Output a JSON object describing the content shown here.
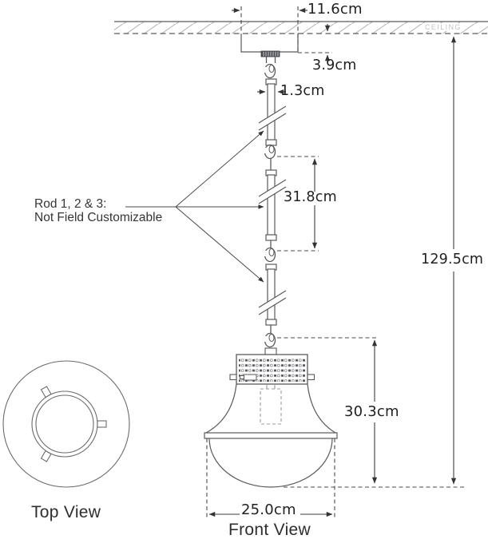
{
  "labels": {
    "ceiling": "CEILING",
    "rod_note_line1": "Rod 1, 2 & 3:",
    "rod_note_line2": "Not Field Customizable",
    "top_view": "Top View",
    "front_view": "Front View"
  },
  "dimensions": {
    "canopy_width": "11.6cm",
    "canopy_drop": "3.9cm",
    "rod_diameter": "1.3cm",
    "rod_segment": "31.8cm",
    "overall_height": "129.5cm",
    "shade_height": "30.3cm",
    "shade_diameter": "25.0cm"
  },
  "colors": {
    "line": "#595a5e",
    "dimension_line": "#404145",
    "dimension_text": "#212124",
    "annotation_text": "#353538",
    "ceiling_text": "#c3c4c6",
    "hatch": "#aeafb1"
  }
}
